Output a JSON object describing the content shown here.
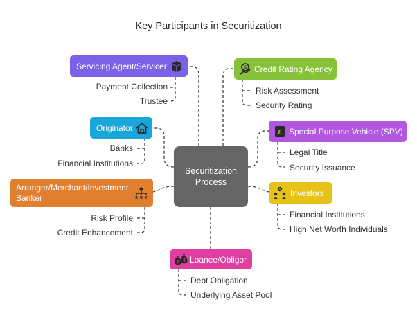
{
  "title": "Key Participants in Securitization",
  "center": {
    "line1": "Securitization",
    "line2": "Process"
  },
  "colors": {
    "servicer": "#7a61e8",
    "rating": "#86c13a",
    "originator": "#19a6d8",
    "spv": "#b257e0",
    "arranger": "#e17f30",
    "investors": "#e7c218",
    "loanee": "#df3fa0",
    "center": "#656565"
  },
  "nodes": {
    "servicer": {
      "label": "Servicing Agent/Servicer",
      "icon": "box-icon",
      "items": [
        "Payment Collection",
        "Trustee"
      ]
    },
    "rating": {
      "label": "Credit Rating Agency",
      "icon": "rating-trend-icon",
      "items": [
        "Risk Assessment",
        "Security Rating"
      ]
    },
    "originator": {
      "label": "Originator",
      "icon": "house-icon",
      "items": [
        "Banks",
        "Financial Institutions"
      ]
    },
    "spv": {
      "label": "Special Purpose Vehicle (SPV)",
      "icon": "vehicle-document-icon",
      "items": [
        "Legal Title",
        "Security Issuance"
      ]
    },
    "arranger": {
      "label_line1": "Arranger/Merchant/Investment",
      "label_line2": "Banker",
      "icon": "network-money-icon",
      "items": [
        "Risk Profile",
        "Credit Enhancement"
      ]
    },
    "investors": {
      "label": "Investors",
      "icon": "investors-icon",
      "items": [
        "Financial Institutions",
        "High Net Worth Individuals"
      ]
    },
    "loanee": {
      "label": "Loanee/Obligor",
      "icon": "money-bags-icon",
      "items": [
        "Debt Obligation",
        "Underlying Asset Pool"
      ]
    }
  }
}
